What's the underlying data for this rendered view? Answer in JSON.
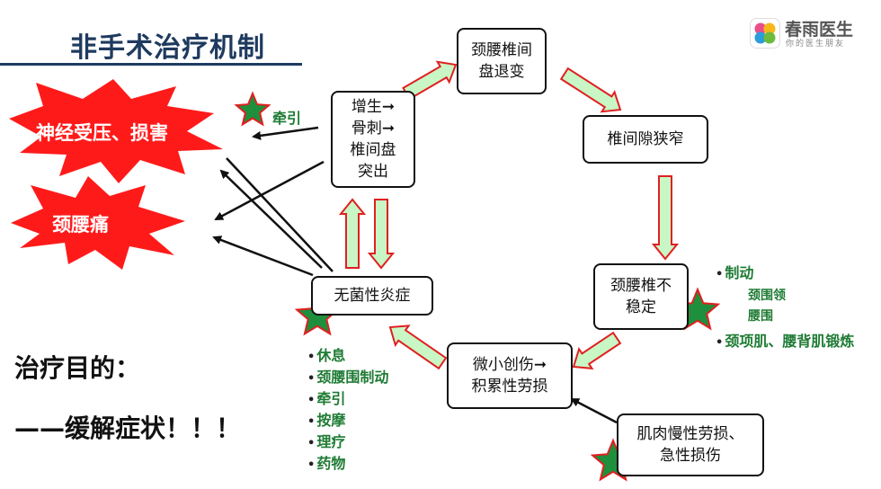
{
  "title": "非手术治疗机制",
  "logo": {
    "name": "春雨医生",
    "subtitle": "你的医生朋友",
    "colors": [
      "#e94e8a",
      "#f6b818",
      "#2d9cdb",
      "#6dbb3c"
    ]
  },
  "colors": {
    "burst": "#ff1a1a",
    "green_text": "#1e7b34",
    "cycle_arrow_fill": "#c8f7c5",
    "cycle_arrow_stroke": "#e02020",
    "star": "#1e8f3c",
    "title": "#1f3a5f"
  },
  "bursts": {
    "nerve": "神经受压、损害",
    "neck_pain": "颈腰痛"
  },
  "boxes": {
    "hyperplasia": "增生➞\n骨刺➞\n椎间盘\n突出",
    "degeneration": "颈腰椎间\n盘退变",
    "narrowing": "椎间隙狭窄",
    "instability": "颈腰椎不\n稳定",
    "micro_injury": "微小创伤➞\n积累性劳损",
    "muscle_strain": "肌肉慢性劳损、\n急性损伤",
    "inflammation": "无菌性炎症"
  },
  "labels": {
    "traction_top": "牵引",
    "instability_main": "制动",
    "instability_sub1": "颈围领",
    "instability_sub2": "腰围",
    "instability_exercise": "颈项肌、腰背肌锻炼"
  },
  "treatments": [
    "休息",
    "颈腰围制动",
    "牵引",
    "按摩",
    "理疗",
    "药物"
  ],
  "goal": {
    "heading": "治疗目的：",
    "text": "——缓解症状！！！"
  }
}
